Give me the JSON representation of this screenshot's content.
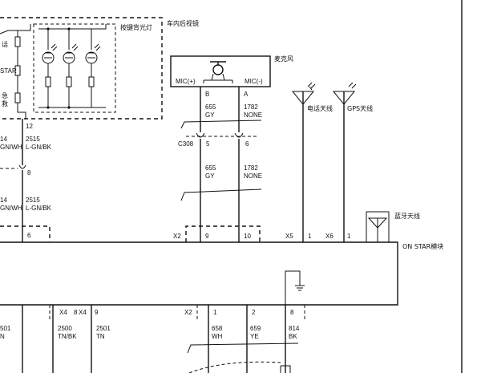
{
  "labels": {
    "mirror": "车内后视镜",
    "backlight": "按键背光灯",
    "mic": "麦克风",
    "mic_plus": "MIC(+)",
    "mic_minus": "MIC(-)",
    "phone_antenna": "电话天线",
    "gps_antenna": "GPS天线",
    "bt_antenna": "蓝牙天线",
    "onstar_module": "ON STAR模块",
    "left_hua": "话",
    "left_star": "STAR",
    "left_ji": "急",
    "left_jiu": "救",
    "pin_B": "B",
    "pin_A": "A",
    "c308": "C308",
    "c308_pin5": "5",
    "c308_pin6": "6",
    "left_pin12": "12",
    "left_pin8": "8",
    "left_pin6": "6",
    "x2_top": "X2",
    "x2_pin9": "9",
    "x2_pin10": "10",
    "x5": "X5",
    "x5_pin1": "1",
    "x6": "X6",
    "x6_pin1": "1",
    "x4a": "X4",
    "x4a_pin8": "8",
    "x4b": "X4",
    "x4b_pin9": "9",
    "x2_bot": "X2",
    "x2b_pin1": "1",
    "x2b_pin2": "2",
    "x2b_pin8": "8"
  },
  "wires": {
    "w655_top": "655",
    "gy_top": "GY",
    "w1782_top": "1782",
    "none_top": "NONE",
    "w655_bot": "655",
    "gy_bot": "GY",
    "w1782_bot": "1782",
    "none_bot": "NONE",
    "left_14a": "14",
    "left_gnwh_a": "GN/WH",
    "left_2515a": "2515",
    "left_lgnbk_a": "L-GN/BK",
    "left_14b": "14",
    "left_gnwh_b": "GN/WH",
    "left_2515b": "2515",
    "left_lgnbk_b": "L-GN/BK",
    "bl_501": "501",
    "bl_n": "N",
    "w2500": "2500",
    "tnbk": "TN/BK",
    "w2501": "2501",
    "tn": "TN",
    "w658": "658",
    "wh": "WH",
    "w659": "659",
    "ye": "YE",
    "w814": "814",
    "bk": "BK"
  }
}
